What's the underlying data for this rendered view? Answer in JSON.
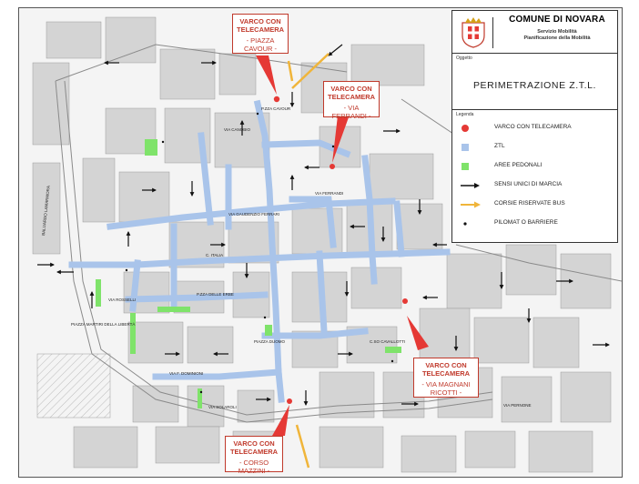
{
  "header": {
    "municipality": "COMUNE DI NOVARA",
    "dept_line1": "Servizio Mobilità",
    "dept_line2": "Pianificazione della Mobilità",
    "object_label": "Oggetto",
    "title": "PERIMETRAZIONE Z.T.L."
  },
  "legend": {
    "label": "Legenda",
    "items": [
      {
        "symbol": "red-dot",
        "label": "VARCO CON TELECAMERA"
      },
      {
        "symbol": "blue-fill",
        "label": "ZTL"
      },
      {
        "symbol": "green-fill",
        "label": "AREE PEDONALI"
      },
      {
        "symbol": "black-arrow",
        "label": "SENSI UNICI DI MARCIA"
      },
      {
        "symbol": "orange-arrow",
        "label": "CORSIE RISERVATE BUS"
      },
      {
        "symbol": "black-dot",
        "label": "PILOMAT O BARRIERE"
      }
    ]
  },
  "cameras": [
    {
      "title": "VARCO CON TELECAMERA",
      "location": "- PIAZZA CAVOUR -"
    },
    {
      "title": "VARCO CON TELECAMERA",
      "location": "- VIA FERRANDI -"
    },
    {
      "title": "VARCO CON TELECAMERA",
      "location": "- VIA MAGNANI RICOTTI -"
    },
    {
      "title": "VARCO CON TELECAMERA",
      "location": "- CORSO MAZZINI -"
    }
  ],
  "street_labels": {
    "piazza_cavour": "P.ZZA CAVOUR",
    "c_italia": "C. ITALIA",
    "via_rosselli": "VIA ROSSELLI",
    "p_zza_delle_erbe": "P.ZZA DELLE ERBE",
    "p_zza_martiri": "PIAZZA MARTIRI DELLA LIBERTÀ",
    "via_dominioni": "VIA F. DOMINIONI",
    "via_solaroli": "VIA SOLAROLI",
    "via_pernone": "VIA PERNONE",
    "piazza_duomo": "PIAZZA DUOMO",
    "corso_cavallotti": "C.SO CAVALLOTTI",
    "via_gaudenzio": "VIA GAUDENZIO FERRARI",
    "via_canobio": "VIA CANOBIO",
    "via_ferrandi": "VIA FERRANDI",
    "bastioni": "BALUARDO LAMARMORA"
  },
  "colors": {
    "ztl": "#a9c4ea",
    "pedestrian": "#7fe36a",
    "camera": "#e53935",
    "bus": "#f0b53a",
    "callout_border": "#c0392b",
    "building": "#d6d6d6"
  }
}
